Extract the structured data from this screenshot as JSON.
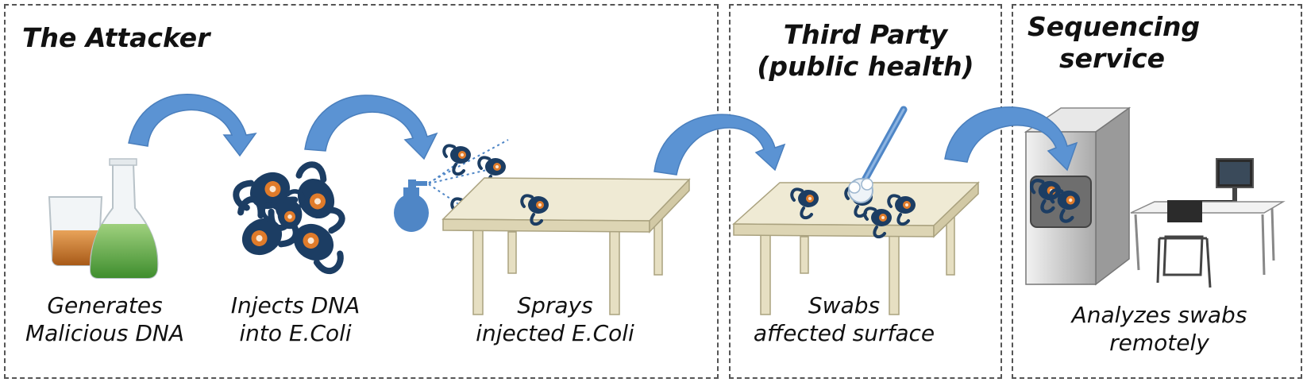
{
  "panels": {
    "attacker": {
      "title": "The Attacker"
    },
    "third_party": {
      "title_line1": "Third Party",
      "title_line2": "(public health)"
    },
    "sequencing": {
      "title_line1": "Sequencing",
      "title_line2": "service"
    }
  },
  "steps": [
    {
      "line1": "Generates",
      "line2": "Malicious DNA"
    },
    {
      "line1": "Injects DNA",
      "line2": "into E.Coli"
    },
    {
      "line1": "Sprays",
      "line2": "injected E.Coli"
    },
    {
      "line1": "Swabs",
      "line2": "affected surface"
    },
    {
      "line1": "Analyzes swabs",
      "line2": "remotely"
    }
  ],
  "colors": {
    "arrow": "#5b93d3",
    "bacteria": "#1c3d63",
    "bacteria_core": "#e07b2a",
    "spray_bottle": "#4f86c6",
    "table_top": "#efead4",
    "table_leg": "#e6dfc2",
    "server": "#bfbfbf"
  },
  "icons": [
    "beaker-flask-icon",
    "bacteria-icon",
    "spray-bottle-icon",
    "table-icon",
    "swab-icon",
    "server-icon",
    "desk-computer-icon"
  ]
}
